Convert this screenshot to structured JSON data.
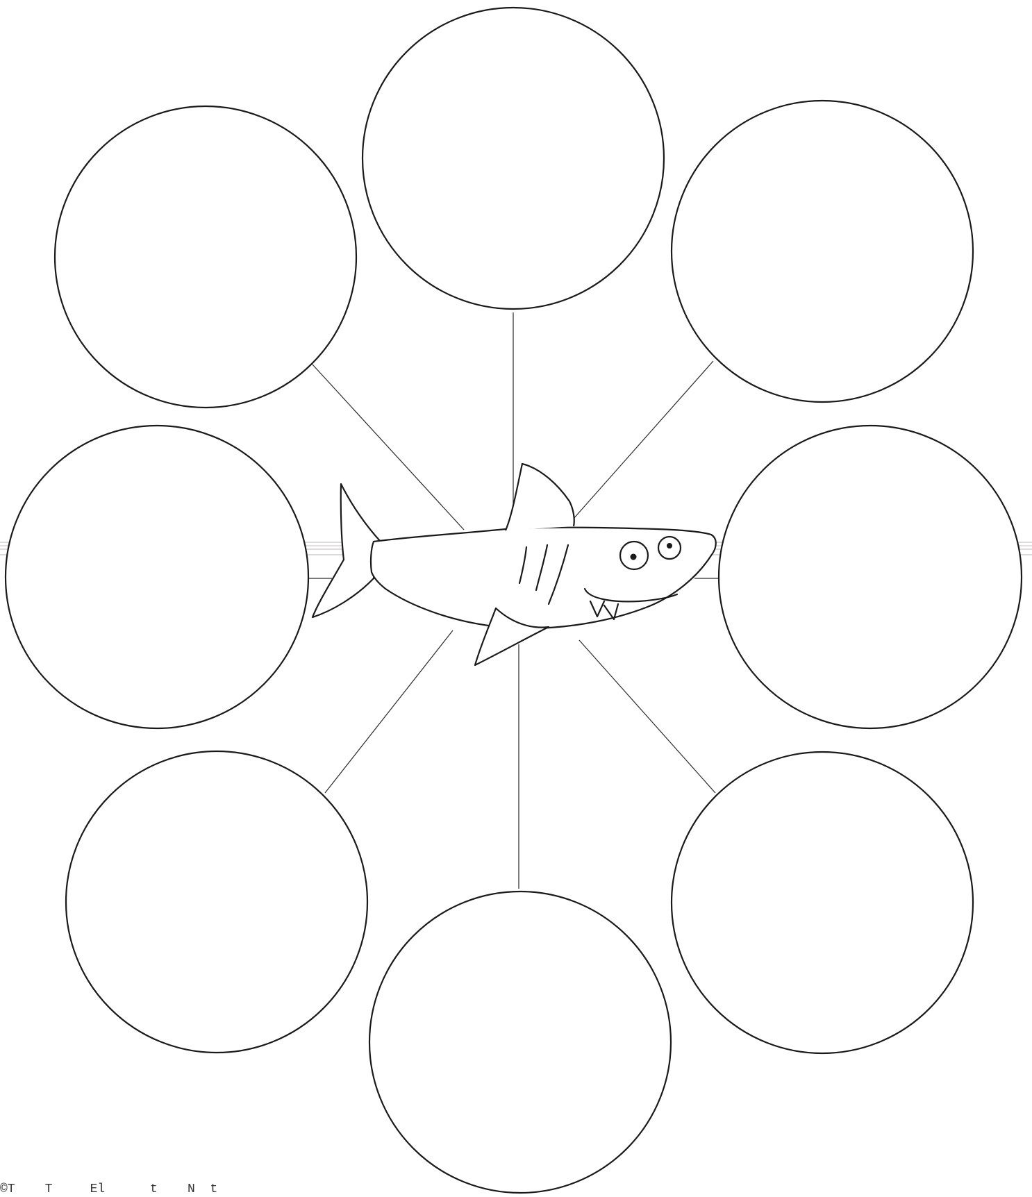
{
  "diagram": {
    "type": "bubble-web",
    "center_image": "shark-icon",
    "bubble_count": 8,
    "bubbles": [
      {
        "label": ""
      },
      {
        "label": ""
      },
      {
        "label": ""
      },
      {
        "label": ""
      },
      {
        "label": ""
      },
      {
        "label": ""
      },
      {
        "label": ""
      },
      {
        "label": ""
      }
    ]
  },
  "footer": {
    "copyright": "©T    T     El      t    N  t"
  },
  "colors": {
    "ink": "#1a1a1a",
    "paper": "#ffffff"
  }
}
